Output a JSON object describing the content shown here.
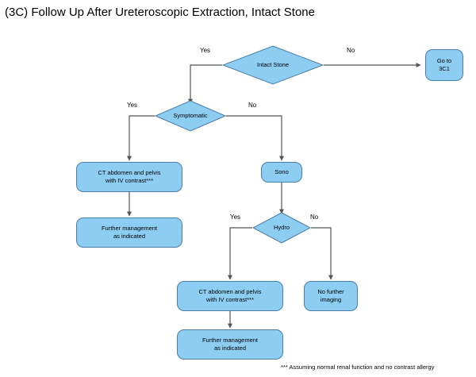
{
  "title": "(3C) Follow Up After Ureteroscopic Extraction, Intact Stone",
  "footnote": "*** Assuming normal renal function and no contrast allergy",
  "colors": {
    "node_fill": "#8ECDF2",
    "node_border": "#4A7EA8",
    "connector": "#555555",
    "text": "#000000",
    "background": "#FFFFFF"
  },
  "chart_data": {
    "type": "flowchart",
    "title": "(3C) Follow Up After Ureteroscopic Extraction, Intact Stone",
    "nodes": [
      {
        "id": "intact_stone",
        "type": "decision",
        "label": "Intact Stone"
      },
      {
        "id": "go_to_3c1",
        "type": "process",
        "label": "Go to\n3C1"
      },
      {
        "id": "symptomatic",
        "type": "decision",
        "label": "Symptomatic"
      },
      {
        "id": "ct_left",
        "type": "process",
        "label": "CT abdomen and pelvis\nwith IV contrast***"
      },
      {
        "id": "further_left",
        "type": "process",
        "label": "Further management\nas indicated"
      },
      {
        "id": "sono",
        "type": "process",
        "label": "Sono"
      },
      {
        "id": "hydro",
        "type": "decision",
        "label": "Hydro"
      },
      {
        "id": "ct_right",
        "type": "process",
        "label": "CT abdomen and pelvis\nwith IV contrast***"
      },
      {
        "id": "no_imaging",
        "type": "process",
        "label": "No further\nimaging"
      },
      {
        "id": "further_right",
        "type": "process",
        "label": "Further management\nas indicated"
      }
    ],
    "edges": [
      {
        "from": "intact_stone",
        "to": "symptomatic",
        "label": "Yes"
      },
      {
        "from": "intact_stone",
        "to": "go_to_3c1",
        "label": "No"
      },
      {
        "from": "symptomatic",
        "to": "ct_left",
        "label": "Yes"
      },
      {
        "from": "symptomatic",
        "to": "sono",
        "label": "No"
      },
      {
        "from": "ct_left",
        "to": "further_left",
        "label": ""
      },
      {
        "from": "sono",
        "to": "hydro",
        "label": ""
      },
      {
        "from": "hydro",
        "to": "ct_right",
        "label": "Yes"
      },
      {
        "from": "hydro",
        "to": "no_imaging",
        "label": "No"
      },
      {
        "from": "ct_right",
        "to": "further_right",
        "label": ""
      }
    ]
  },
  "nodes": {
    "intact_stone": {
      "label": "Intact Stone"
    },
    "go_to_3c1": {
      "line1": "Go to",
      "line2": "3C1"
    },
    "symptomatic": {
      "label": "Symptomatic"
    },
    "ct_left": {
      "line1": "CT abdomen and pelvis",
      "line2": "with IV contrast***"
    },
    "further_left": {
      "line1": "Further management",
      "line2": "as indicated"
    },
    "sono": {
      "label": "Sono"
    },
    "hydro": {
      "label": "Hydro"
    },
    "ct_right": {
      "line1": "CT abdomen and pelvis",
      "line2": "with IV contrast***"
    },
    "no_imaging": {
      "line1": "No further",
      "line2": "imaging"
    },
    "further_right": {
      "line1": "Further management",
      "line2": "as indicated"
    }
  },
  "edge_labels": {
    "intact_yes": "Yes",
    "intact_no": "No",
    "symptomatic_yes": "Yes",
    "symptomatic_no": "No",
    "hydro_yes": "Yes",
    "hydro_no": "No"
  }
}
